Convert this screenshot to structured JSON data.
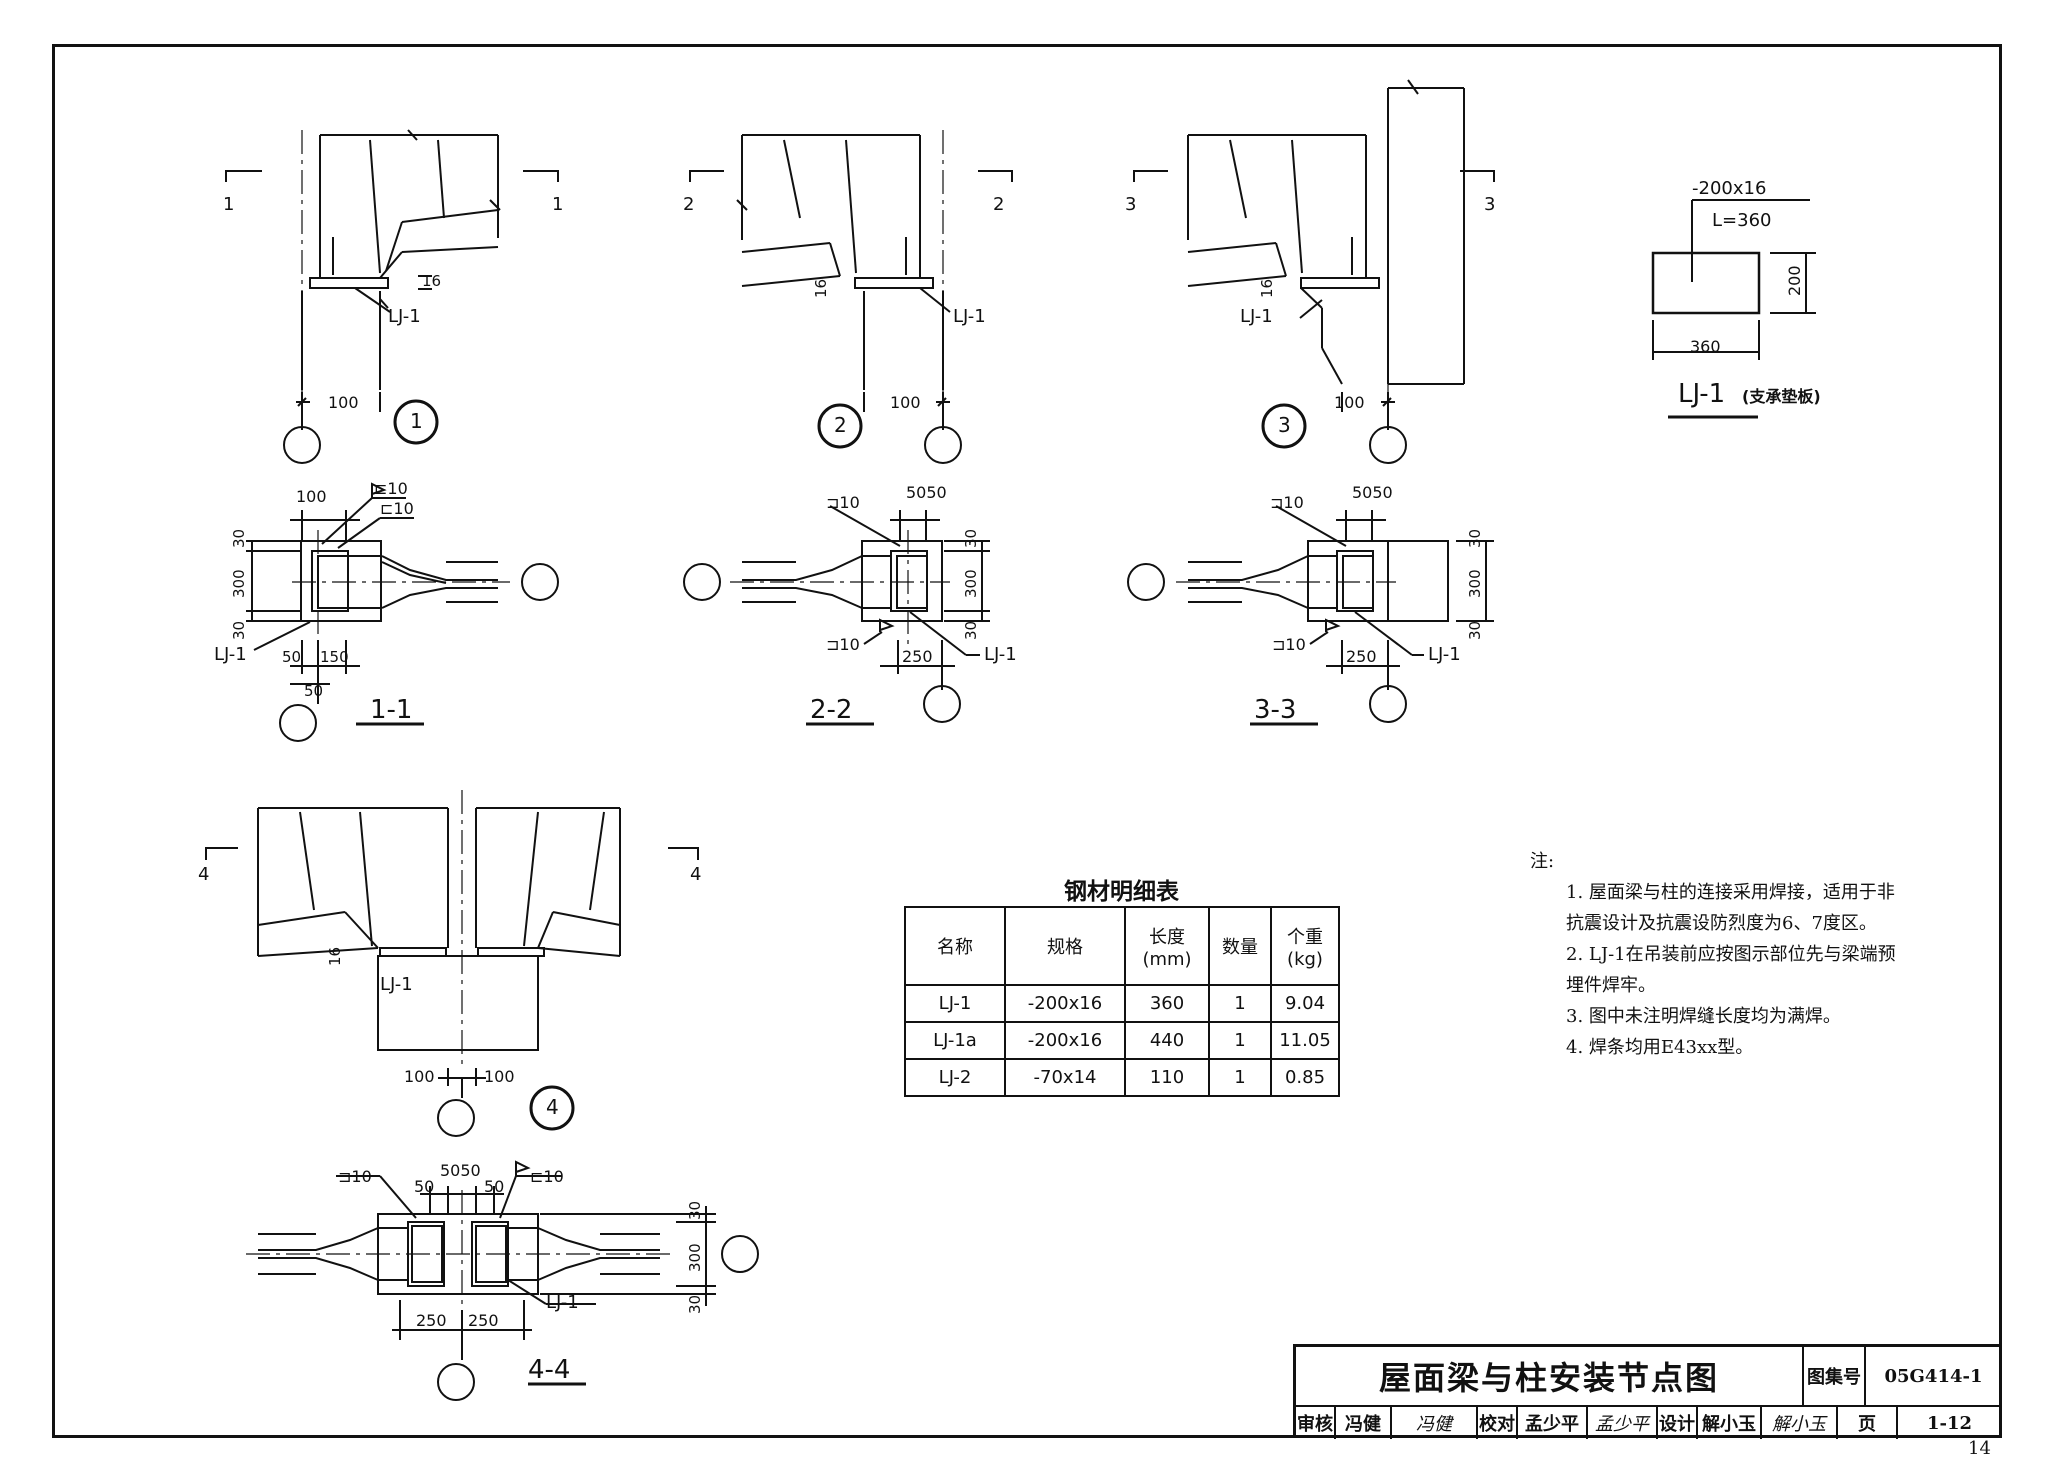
{
  "sections": {
    "s1": {
      "mark": "1",
      "title": "1-1",
      "detail": "1"
    },
    "s2": {
      "mark": "2",
      "title": "2-2",
      "detail": "2"
    },
    "s3": {
      "mark": "3",
      "title": "3-3",
      "detail": "3"
    },
    "s4": {
      "mark": "4",
      "title": "4-4",
      "detail": "4"
    }
  },
  "labels": {
    "lj1": "LJ-1",
    "weld_c10": "⊏10",
    "weld_j10": "⊐10",
    "dims": {
      "d16": "16",
      "d100": "100",
      "d300": "300",
      "d30": "30",
      "d50": "50",
      "d150": "150",
      "d250": "250",
      "d5050": "5050",
      "d200": "200",
      "d360": "360"
    }
  },
  "plate": {
    "spec": "-200x16",
    "length": "L=360",
    "width_dim": "360",
    "height_dim": "200",
    "name": "LJ-1",
    "note": "(支承垫板)"
  },
  "steel_table": {
    "title": "钢材明细表",
    "headers": [
      "名称",
      "规格",
      "长度\n(mm)",
      "数量",
      "个重\n(kg)"
    ],
    "rows": [
      [
        "LJ-1",
        "-200x16",
        "360",
        "1",
        "9.04"
      ],
      [
        "LJ-1a",
        "-200x16",
        "440",
        "1",
        "11.05"
      ],
      [
        "LJ-2",
        "-70x14",
        "110",
        "1",
        "0.85"
      ]
    ]
  },
  "notes": {
    "heading": "注:",
    "items": [
      "1. 屋面梁与柱的连接采用焊接，适用于非抗震设计及抗震设防烈度为6、7度区。",
      "2. LJ-1在吊装前应按图示部位先与梁端预埋件焊牢。",
      "3. 图中未注明焊缝长度均为满焊。",
      "4. 焊条均用E43xx型。"
    ]
  },
  "title_block": {
    "title": "屋面梁与柱安装节点图",
    "atlas_label": "图集号",
    "atlas_no": "05G414-1",
    "review_label": "审核",
    "reviewer": "冯健",
    "reviewer_sig": "冯健",
    "check_label": "校对",
    "checker": "孟少平",
    "checker_sig": "孟少平",
    "design_label": "设计",
    "designer": "解小玉",
    "designer_sig": "解小玉",
    "page_label": "页",
    "page_no": "1-12"
  },
  "sheet_number": "14"
}
